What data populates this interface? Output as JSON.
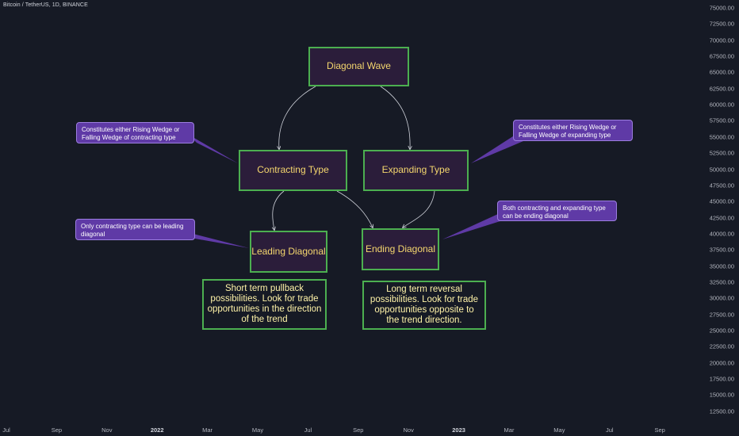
{
  "symbol_title": "Bitcoin / TetherUS, 1D, BINANCE",
  "price_axis": [
    "75000.00",
    "72500.00",
    "70000.00",
    "67500.00",
    "65000.00",
    "62500.00",
    "60000.00",
    "57500.00",
    "55000.00",
    "52500.00",
    "50000.00",
    "47500.00",
    "45000.00",
    "42500.00",
    "40000.00",
    "37500.00",
    "35000.00",
    "32500.00",
    "30000.00",
    "27500.00",
    "25000.00",
    "22500.00",
    "20000.00",
    "17500.00",
    "15000.00",
    "12500.00"
  ],
  "time_axis": [
    "Jul",
    "Sep",
    "Nov",
    "2022",
    "Mar",
    "May",
    "Jul",
    "Sep",
    "Nov",
    "2023",
    "Mar",
    "May",
    "Jul",
    "Sep"
  ],
  "diagram": {
    "diagonal_wave": "Diagonal Wave",
    "contracting_type": "Contracting Type",
    "expanding_type": "Expanding Type",
    "leading_diagonal": "Leading Diagonal",
    "ending_diagonal": "Ending Diagonal",
    "leading_note": "Short term pullback possibilities. Look for trade opportunities in the direction of the trend",
    "ending_note": "Long term reversal possibilities. Look for trade opportunities opposite to the trend direction."
  },
  "callouts": {
    "contracting": "Constitutes either Rising Wedge or Falling Wedge of contracting type",
    "expanding": "Constitutes either Rising Wedge or Falling Wedge of expanding type",
    "leading": "Only contracting type can be leading diagonal",
    "ending": "Both contracting and expanding type can be ending diagonal"
  },
  "colors": {
    "background": "#161a25",
    "box_border": "#4caf50",
    "box_fill": "#2b1d3a",
    "box_text": "#f5d76e",
    "callout_fill": "#5f3aa6"
  }
}
